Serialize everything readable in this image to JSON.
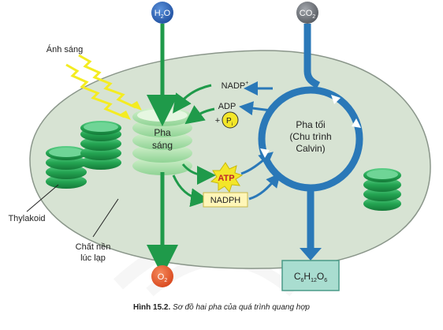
{
  "molecules": {
    "h2o": {
      "main": "H",
      "sub": "2",
      "tail": "O"
    },
    "co2": {
      "main": "CO",
      "sub": "2"
    },
    "o2": {
      "main": "O",
      "sub": "2"
    },
    "glucose": {
      "c": "C",
      "c_sub": "6",
      "h": "H",
      "h_sub": "12",
      "o": "O",
      "o_sub": "6"
    }
  },
  "labels": {
    "light": "Ánh sáng",
    "thylakoid": "Thylakoid",
    "stroma_line1": "Chất nền",
    "stroma_line2": "lúc lạp",
    "light_phase_line1": "Pha",
    "light_phase_line2": "sáng",
    "dark_phase_line1": "Pha tối",
    "dark_phase_line2": "(Chu trình",
    "dark_phase_line3": "Calvin)",
    "nadp": "NADP",
    "nadp_sup": "+",
    "adp": "ADP",
    "pi_plus": "+",
    "pi": "P",
    "pi_sub": "i",
    "atp": "ATP",
    "nadph": "NADPH"
  },
  "caption": {
    "figure": "Hình 15.2.",
    "text": "Sơ đồ hai pha của quá trình quang hợp"
  },
  "colors": {
    "stroma": "#d7e3d3",
    "membrane": "#8a968a",
    "green_flow": "#1f9a4a",
    "blue_flow": "#2a78b8",
    "water_circle": "#2a62b4",
    "co2_circle": "#6f7379",
    "o2_circle": "#e2542a",
    "atp_burst": "#f3e629",
    "glucose_box": "#a9ddd0",
    "grana": "#2bae57"
  }
}
